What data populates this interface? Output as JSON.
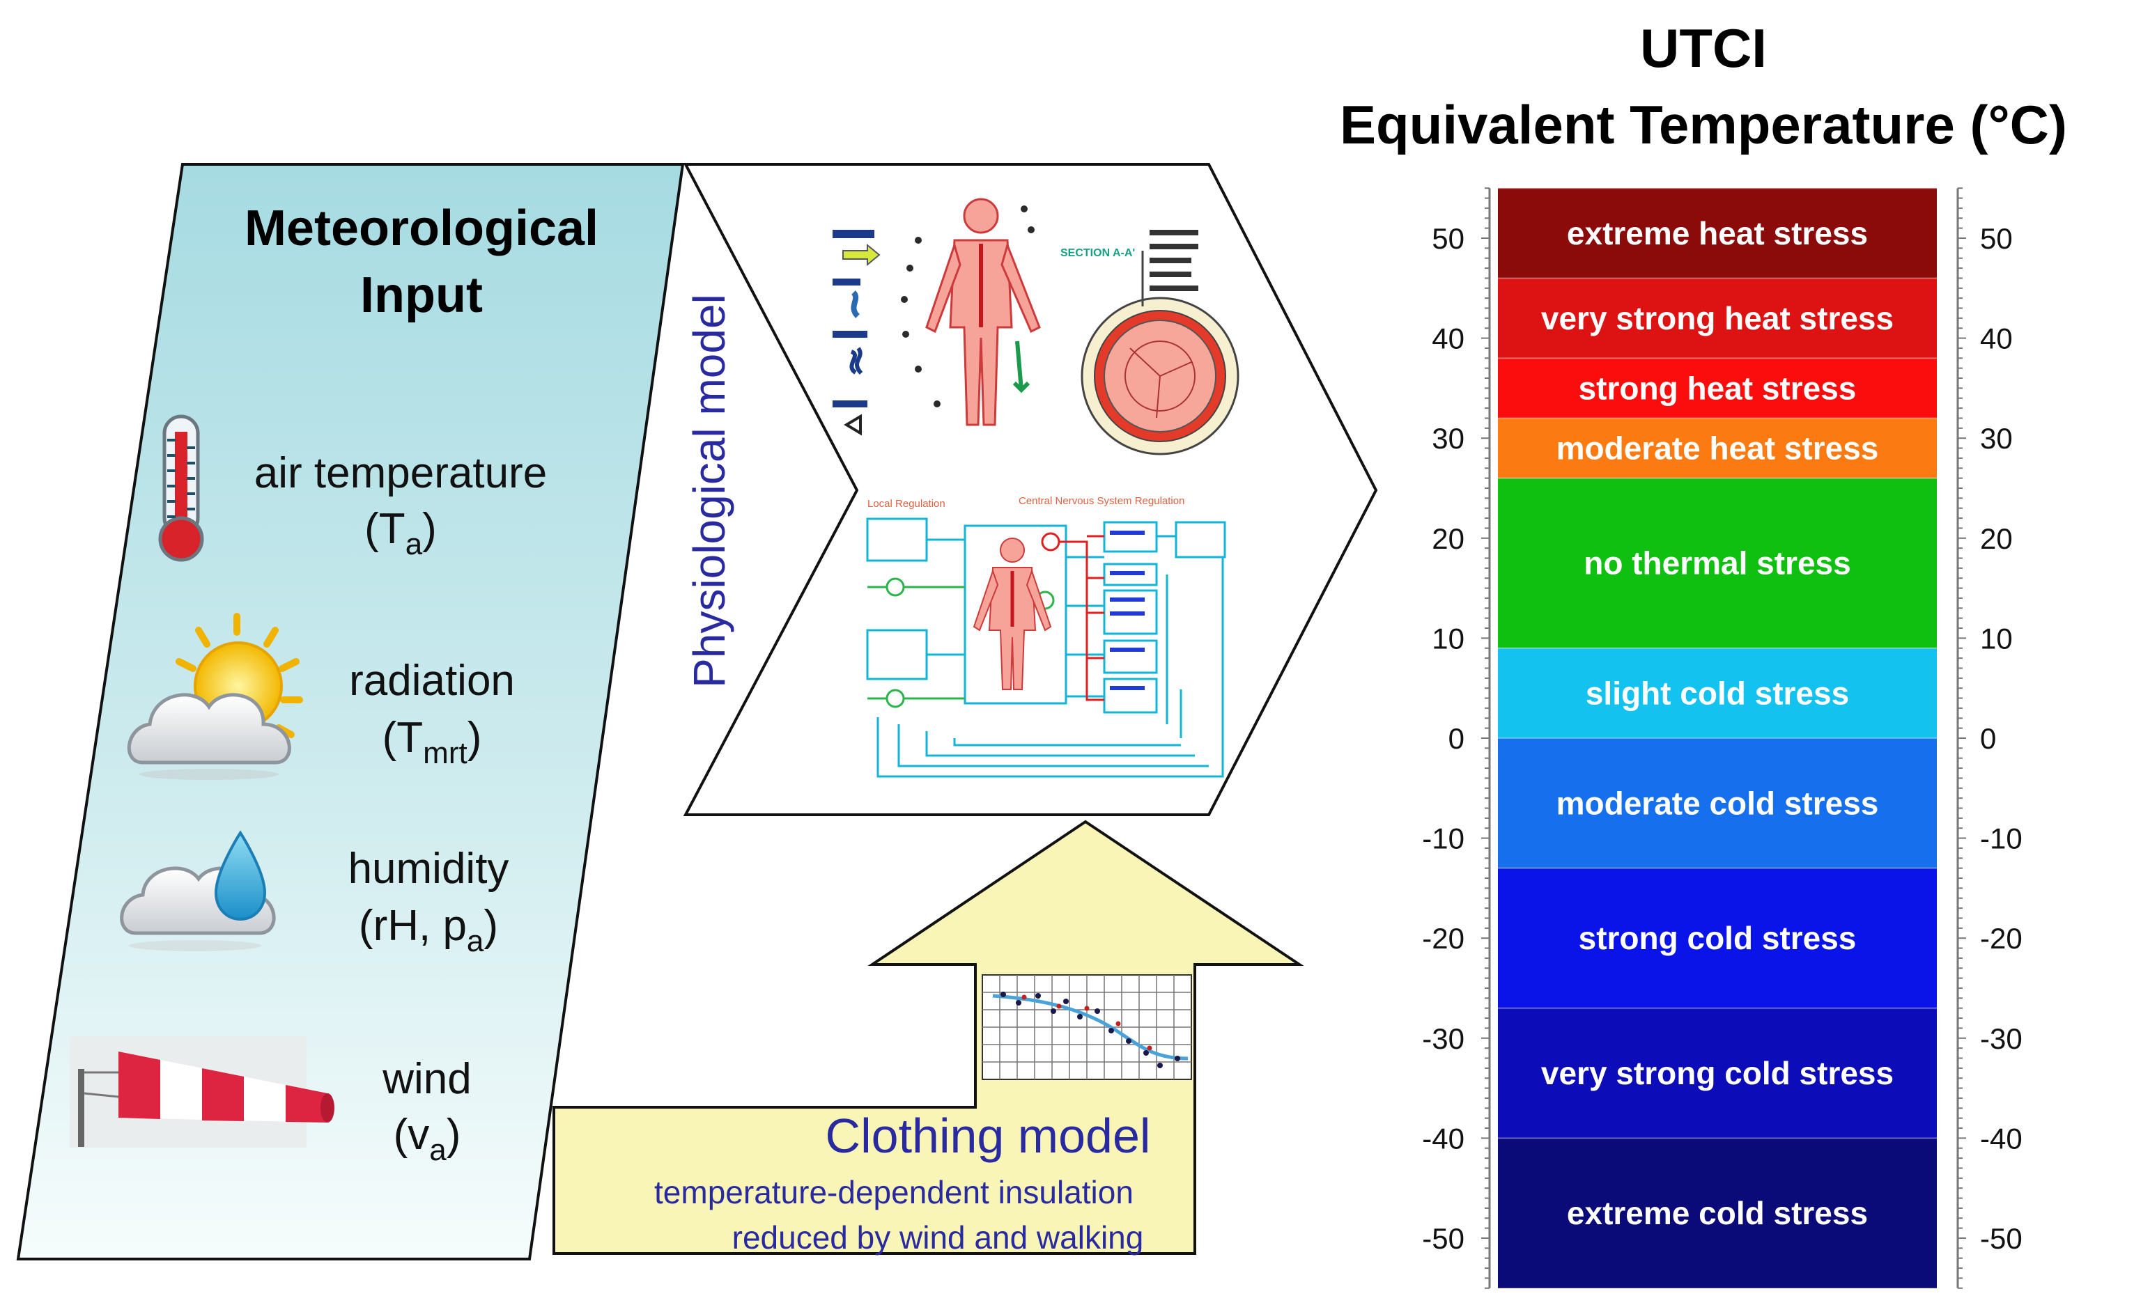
{
  "utci": {
    "title_line1": "UTCI",
    "title_line2": "Equivalent Temperature (°C)",
    "axis_ticks": [
      "50",
      "40",
      "30",
      "20",
      "10",
      "0",
      "-10",
      "-20",
      "-30",
      "-40",
      "-50"
    ],
    "bands": [
      {
        "label": "extreme heat stress",
        "color": "#8b0a0a",
        "from": 46,
        "to": 55
      },
      {
        "label": "very strong heat stress",
        "color": "#dd1212",
        "from": 38,
        "to": 46
      },
      {
        "label": "strong heat stress",
        "color": "#fb0d0d",
        "from": 32,
        "to": 38
      },
      {
        "label": "moderate heat stress",
        "color": "#fb7a12",
        "from": 26,
        "to": 32
      },
      {
        "label": "no thermal stress",
        "color": "#10c010",
        "from": 9,
        "to": 26
      },
      {
        "label": "slight cold stress",
        "color": "#14c2f0",
        "from": 0,
        "to": 9
      },
      {
        "label": "moderate cold stress",
        "color": "#1670ee",
        "from": -13,
        "to": 0
      },
      {
        "label": "strong cold stress",
        "color": "#0a14e8",
        "from": -27,
        "to": -13
      },
      {
        "label": "very strong cold stress",
        "color": "#0c0cb8",
        "from": -40,
        "to": -27
      },
      {
        "label": "extreme cold stress",
        "color": "#0a0a78",
        "from": -55,
        "to": -40
      }
    ]
  },
  "meteorological": {
    "title_line1": "Meteorological",
    "title_line2": "Input",
    "items": [
      {
        "name": "air temperature",
        "symbol": "(T",
        "sub": "a",
        "close": ")",
        "icon": "thermometer-icon"
      },
      {
        "name": "radiation",
        "symbol": "(T",
        "sub": "mrt",
        "close": ")",
        "icon": "sun-cloud-icon"
      },
      {
        "name": "humidity",
        "symbol": "(rH, p",
        "sub": "a",
        "close": ")",
        "icon": "cloud-drop-icon"
      },
      {
        "name": "wind",
        "symbol": "(v",
        "sub": "a",
        "close": ")",
        "icon": "windsock-icon"
      }
    ]
  },
  "physiological": {
    "label": "Physiological  model"
  },
  "clothing": {
    "title": "Clothing model",
    "line1": "temperature-dependent insulation",
    "line2": "reduced by wind and walking"
  },
  "colors": {
    "panel_top": "#a9dde3",
    "panel_bottom": "#f4fbfb",
    "arrow_fill": "#f8f5b6",
    "ruler": "#777777"
  }
}
